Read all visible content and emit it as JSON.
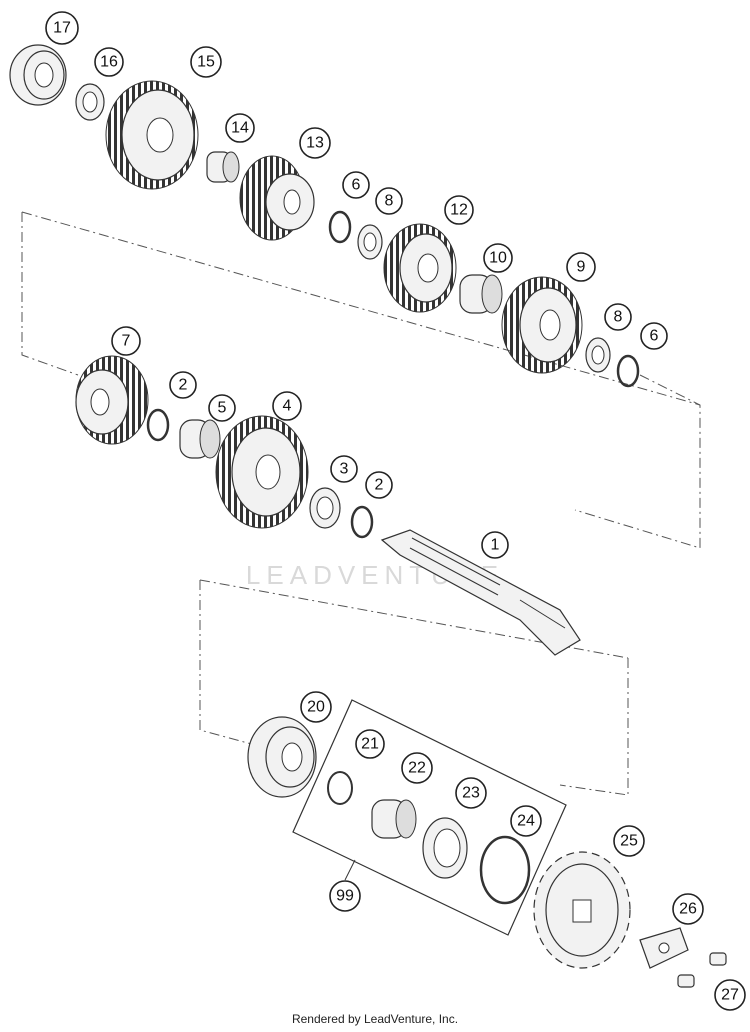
{
  "watermark": "LEADVENTURE",
  "footer": "Rendered by LeadVenture, Inc.",
  "callouts": {
    "c1": "1",
    "c2a": "2",
    "c2b": "2",
    "c3": "3",
    "c4": "4",
    "c5": "5",
    "c6a": "6",
    "c6b": "6",
    "c7": "7",
    "c8a": "8",
    "c8b": "8",
    "c9": "9",
    "c10": "10",
    "c12": "12",
    "c13": "13",
    "c14": "14",
    "c15": "15",
    "c16": "16",
    "c17": "17",
    "c20": "20",
    "c21": "21",
    "c22": "22",
    "c23": "23",
    "c24": "24",
    "c25": "25",
    "c26": "26",
    "c27": "27",
    "c99": "99"
  },
  "colors": {
    "line": "#333333",
    "part_fill": "#f2f2f2",
    "teeth": "#444444"
  }
}
